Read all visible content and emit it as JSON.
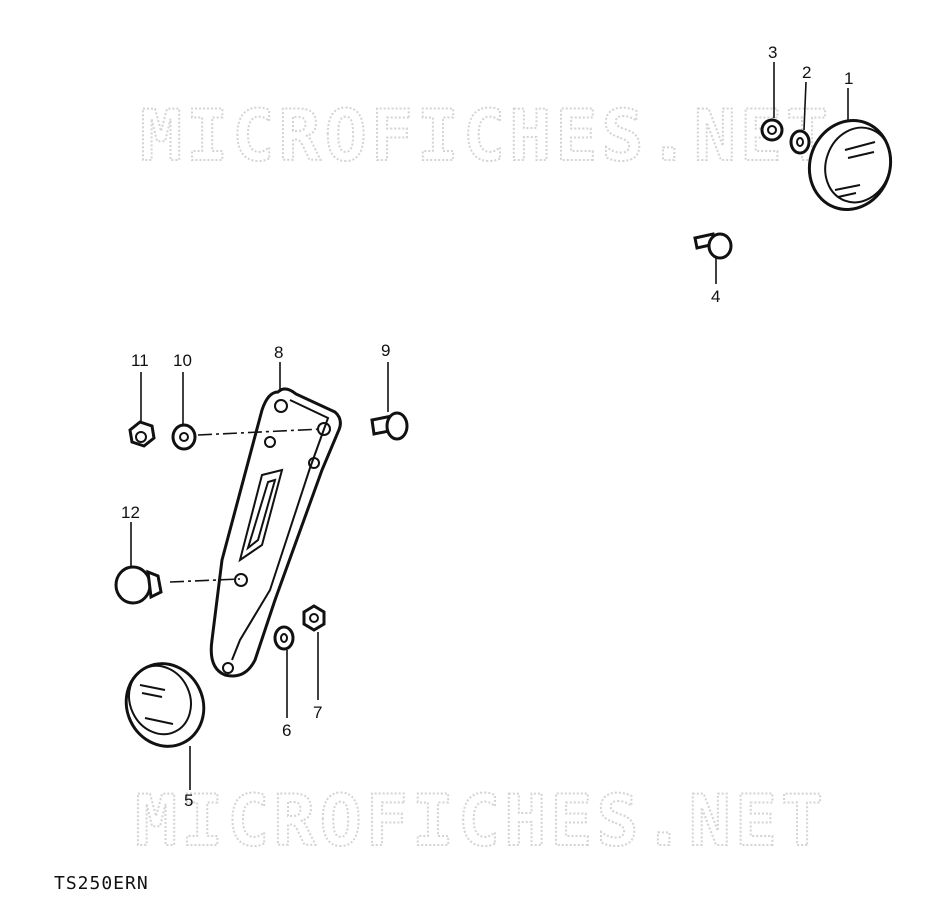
{
  "watermark": {
    "top": "MICROFICHES.NET",
    "bottom": "MICROFICHES.NET"
  },
  "model_code": "TS250ERN",
  "callouts": [
    "1",
    "2",
    "3",
    "4",
    "5",
    "6",
    "7",
    "8",
    "9",
    "10",
    "11",
    "12"
  ]
}
